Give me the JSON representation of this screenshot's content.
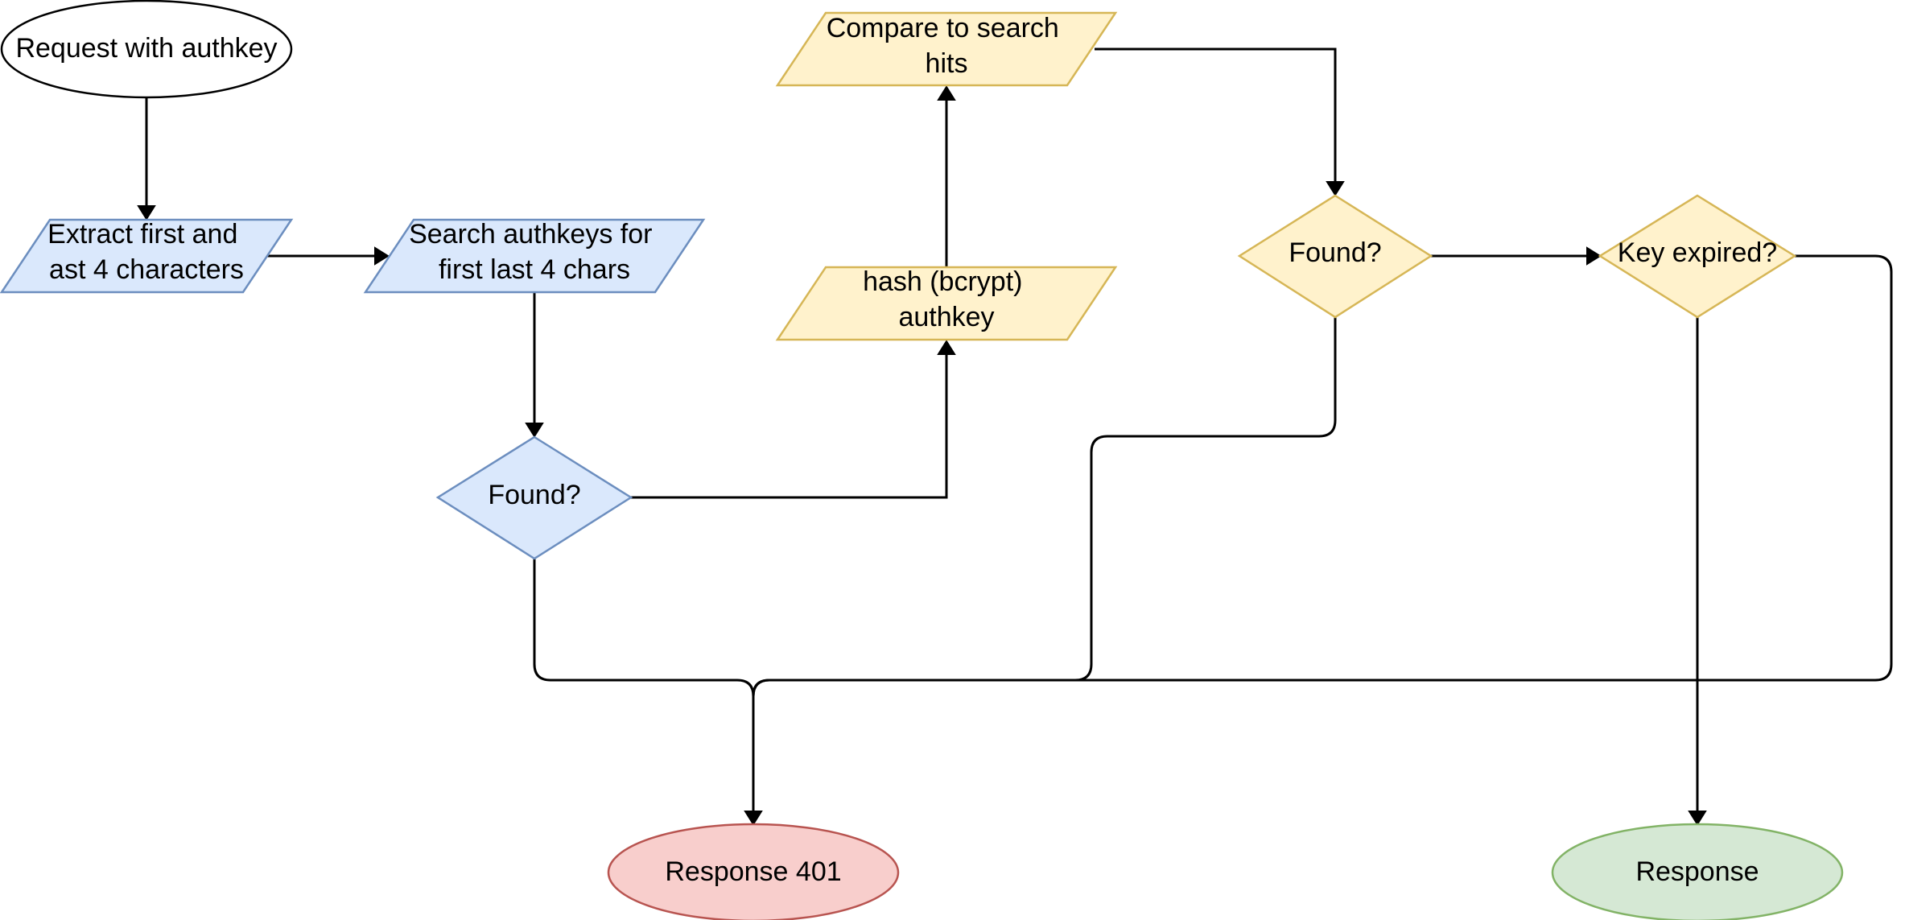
{
  "colors": {
    "blue_fill": "#dae8fc",
    "blue_stroke": "#6c8ebf",
    "yellow_fill": "#fff2cc",
    "yellow_stroke": "#d6b656",
    "red_fill": "#f8cecc",
    "red_stroke": "#b85450",
    "green_fill": "#d5e8d4",
    "green_stroke": "#82b366",
    "plain_fill": "#ffffff",
    "plain_stroke": "#000000",
    "edge": "#000000"
  },
  "nodes": {
    "request": {
      "lines": [
        "Request with authkey"
      ]
    },
    "extract": {
      "lines": [
        "Extract first and",
        "ast 4 characters"
      ]
    },
    "search": {
      "lines": [
        "Search authkeys for",
        "first last 4 chars"
      ]
    },
    "found1": {
      "lines": [
        "Found?"
      ]
    },
    "hash": {
      "lines": [
        "hash (bcrypt)",
        "authkey"
      ]
    },
    "compare": {
      "lines": [
        "Compare to search",
        "hits"
      ]
    },
    "found2": {
      "lines": [
        "Found?"
      ]
    },
    "expired": {
      "lines": [
        "Key expired?"
      ]
    },
    "resp401": {
      "lines": [
        "Response 401"
      ]
    },
    "response": {
      "lines": [
        "Response"
      ]
    }
  }
}
